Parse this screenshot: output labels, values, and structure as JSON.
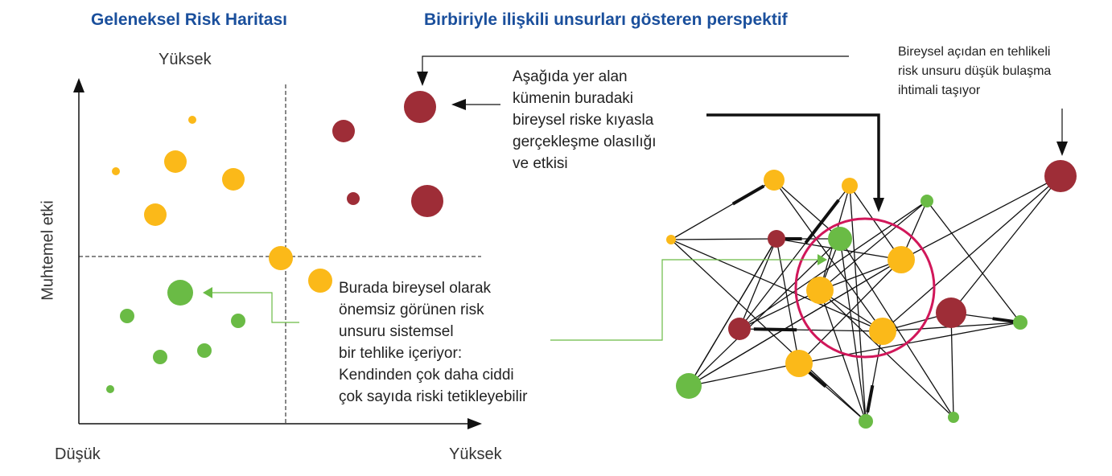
{
  "titles": {
    "left": "Geleneksel Risk Haritası",
    "right": "Birbiriyle ilişkili unsurları gösteren perspektif"
  },
  "axes": {
    "y_top": "Yüksek",
    "y_label": "Muhtemel etki",
    "x_low": "Düşük",
    "x_high": "Yüksek"
  },
  "annotations": {
    "cluster": [
      "Aşağıda yer alan",
      "kümenin buradaki",
      "bireysel riske kıyasla",
      "gerçekleşme olasılığı",
      "ve etkisi"
    ],
    "systemic": [
      "Burada bireysel olarak",
      "önemsiz görünen risk",
      "unsuru sistemsel",
      "bir tehlike içeriyor:",
      "Kendinden çok daha ciddi",
      "çok sayıda riski tetikleyebilir"
    ],
    "individual": [
      "Bireysel açıdan en tehlikeli",
      "risk unsuru düşük bulaşma",
      "ihtimali taşıyor"
    ]
  },
  "colors": {
    "yellow": "#fbb919",
    "red": "#9e2d37",
    "green": "#6abb45",
    "title": "#1a4f9c",
    "ring": "#d1175a"
  }
}
